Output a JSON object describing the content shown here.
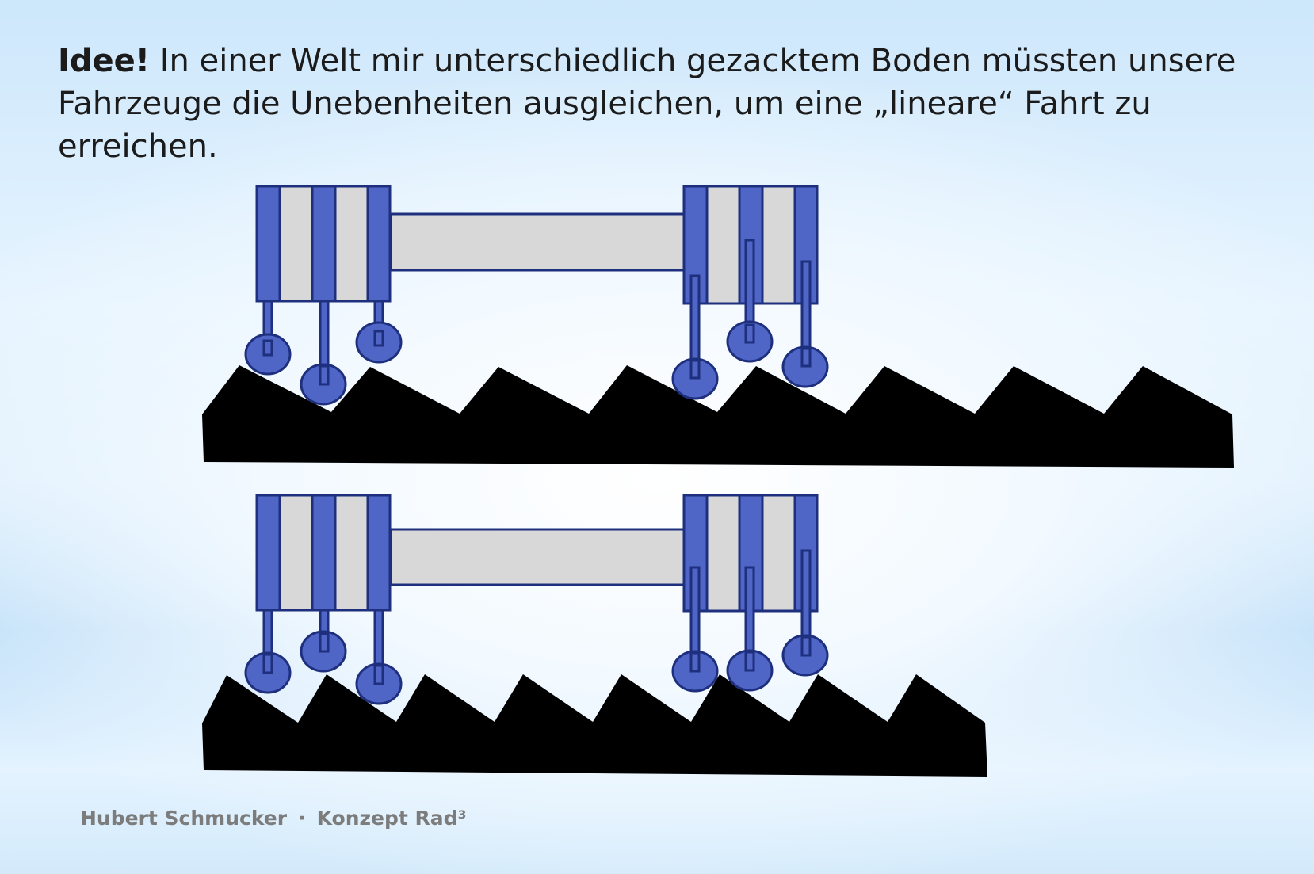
{
  "slide": {
    "heading_bold": "Idee!",
    "heading_text": " In einer Welt mir unterschiedlich gezacktem Boden müssten unsere Fahrzeuge die Unebenheiten ausgleichen, um eine „lineare“ Fahrt zu erreichen."
  },
  "footer": {
    "author": "Hubert Schmucker",
    "separator": "·",
    "project": "Konzept Rad³"
  },
  "colors": {
    "blue": "#4f66c7",
    "outline": "#1e2f7e",
    "grey": "#d8d8d8",
    "ground": "#000000"
  },
  "icons": [
    "vehicle-diagram",
    "jagged-ground",
    "wheel-icon"
  ]
}
